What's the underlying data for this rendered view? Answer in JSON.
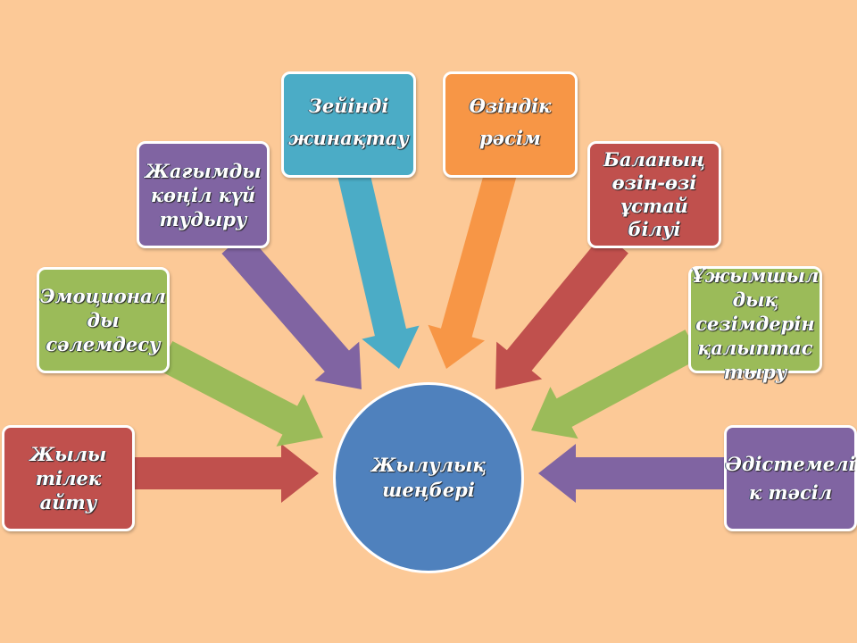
{
  "center": {
    "label": "Жылулық\nшеңбері",
    "color": "#4F81BD"
  },
  "nodes": [
    {
      "label": "Жылы\nтілек\nайту",
      "color": "#C0504D"
    },
    {
      "label": "Эмоционал\nды\nсәлемдесу",
      "color": "#9BBB59"
    },
    {
      "label": "Жағымды\nкөңіл күй\nтудыру",
      "color": "#8064A2"
    },
    {
      "label": "Зейінді\nжинақтау",
      "color": "#4BACC6"
    },
    {
      "label": "Өзіндік\nрәсім",
      "color": "#F79646"
    },
    {
      "label": "Баланың\nөзін-өзі\nұстай\nбілуі",
      "color": "#C0504D"
    },
    {
      "label": "Ұжымшыл\nдық\nсезімдерін\nқалыптас\nтыру",
      "color": "#9BBB59"
    },
    {
      "label": "Әдістемелі\nк тәсіл",
      "color": "#8064A2"
    }
  ]
}
